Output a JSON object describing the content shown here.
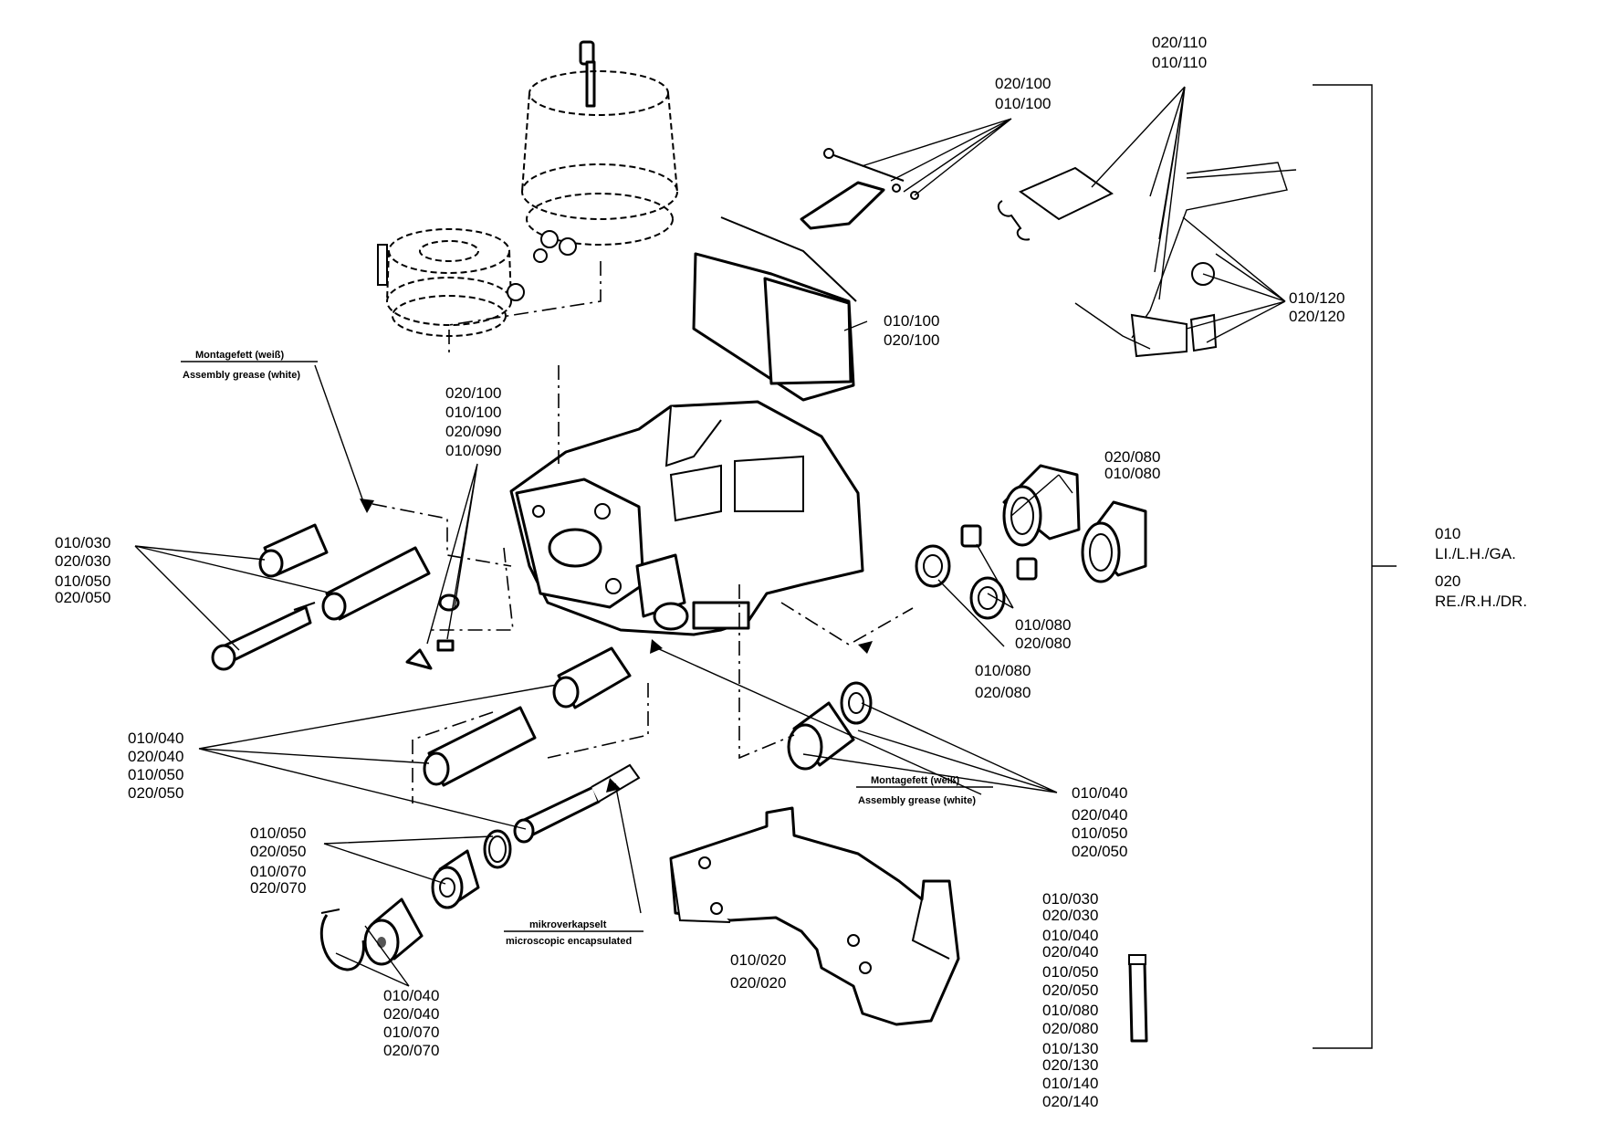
{
  "groups": {
    "g110": [
      "020/110",
      "010/110"
    ],
    "g100top": [
      "020/100",
      "010/100"
    ],
    "g120": [
      "010/120",
      "020/120"
    ],
    "gpad": [
      "010/100",
      "020/100"
    ],
    "gcenter": [
      "020/100",
      "010/100",
      "020/090",
      "010/090"
    ],
    "g080a": [
      "020/080",
      "010/080"
    ],
    "g080b": [
      "010/080",
      "020/080"
    ],
    "g080c": [
      "010/080",
      "020/080"
    ],
    "g030": [
      "010/030",
      "020/030",
      "010/050",
      "020/050"
    ],
    "g040a": [
      "010/040",
      "020/040",
      "010/050",
      "020/050"
    ],
    "g050": [
      "010/050",
      "020/050",
      "010/070",
      "020/070"
    ],
    "g040b": [
      "010/040",
      "020/040",
      "010/070",
      "020/070"
    ],
    "g040c": [
      "010/040",
      "020/040",
      "010/050",
      "020/050"
    ],
    "g020": [
      "010/020",
      "020/020"
    ],
    "gtube": [
      "010/030",
      "020/030",
      "010/040",
      "020/040",
      "010/050",
      "020/050",
      "010/080",
      "020/080",
      "010/130",
      "020/130",
      "010/140",
      "020/140"
    ]
  },
  "side": {
    "l010": "010",
    "l010d": "LI./L.H./GA.",
    "l020": "020",
    "l020d": "RE./R.H./DR."
  },
  "notes": {
    "grease_de": "Montagefett (weiß)",
    "grease_en": "Assembly grease (white)",
    "micro_de": "mikroverkapselt",
    "micro_en": "microscopic encapsulated"
  }
}
